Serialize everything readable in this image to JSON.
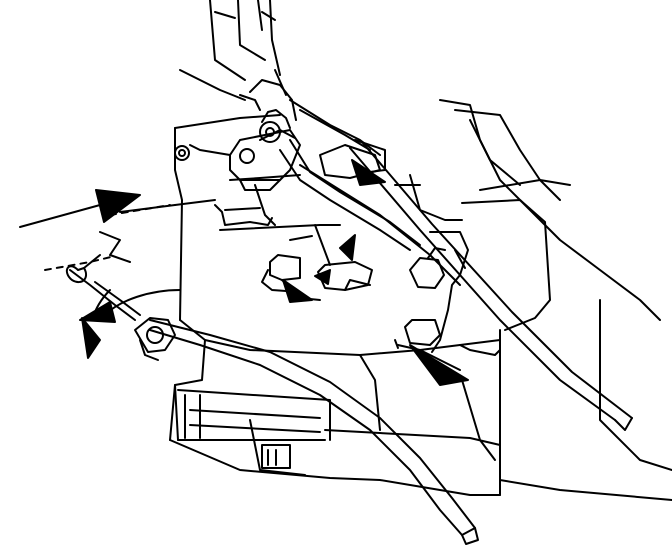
{
  "diagram": {
    "ink": "#000000",
    "paper": "#ffffff",
    "parts": [
      "hvac-housing",
      "actuator-linkage-rod",
      "control-cable",
      "cable-retaining-clip",
      "cable-end-loop",
      "mounting-bracket",
      "mounting-screw",
      "engagement-tabs",
      "air-duct-outlet"
    ],
    "arrows": [
      "install-direction-arrow",
      "rotate-direction-arrow"
    ]
  }
}
